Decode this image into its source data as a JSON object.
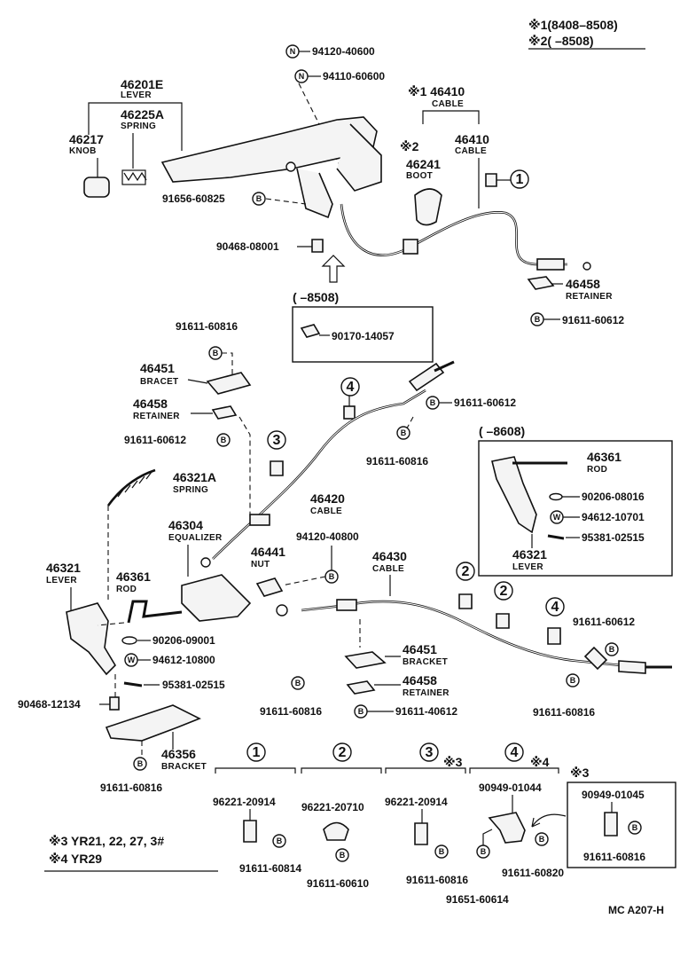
{
  "legend_top": {
    "line1": "※1(8408–8508)",
    "line2": "※2(      –8508)"
  },
  "legend_bottom": {
    "line1": "※3 YR21, 22, 27, 3#",
    "line2": "※4 YR29"
  },
  "footer": "MC  A207-H",
  "labels": {
    "p94120_40600": "94120-40600",
    "p94110_60600": "94110-60600",
    "p46201E": "46201E",
    "lever": "LEVER",
    "p46225A": "46225A",
    "spring": "SPRING",
    "p46217": "46217",
    "knob": "KNOB",
    "p91656_60825": "91656-60825",
    "p90468_08001": "90468-08001",
    "s1_46410": "※1 46410",
    "cable": "CABLE",
    "s2": "※2",
    "p46410b": "46410",
    "p46241": "46241",
    "boot": "BOOT",
    "p46458_top": "46458",
    "retainer": "RETAINER",
    "p91611_60612_top": "91611-60612",
    "box8508_title": "(      –8508)",
    "p90170_14057": "90170-14057",
    "p91611_60816_a": "91611-60816",
    "p46451": "46451",
    "bracet": "BRACET",
    "p46458_mid": "46458",
    "p91611_60612_mid": "91611-60612",
    "p91611_60612_b": "91611-60612",
    "p91611_60816_b": "91611-60816",
    "p46321A": "46321A",
    "p46420": "46420",
    "p46304": "46304",
    "equalizer": "EQUALIZER",
    "p94120_40800": "94120-40800",
    "p46441": "46441",
    "nut": "NUT",
    "p46430": "46430",
    "p46321": "46321",
    "p46361": "46361",
    "rod": "ROD",
    "p90206_09001": "90206-09001",
    "p94612_10800": "94612-10800",
    "p95381_02515": "95381-02515",
    "p90468_12134": "90468-12134",
    "p46356": "46356",
    "bracket": "BRACKET",
    "p91611_60816_c": "91611-60816",
    "p46451_low": "46451",
    "p46458_low": "46458",
    "p91611_60816_d": "91611-60816",
    "p91611_40612": "91611-40612",
    "p91611_60612_right": "91611-60612",
    "p91611_60816_e": "91611-60816",
    "box8608_title": "(      –8608)",
    "p46361_box": "46361",
    "p90206_08016": "90206-08016",
    "p94612_10701": "94612-10701",
    "p95381_02515_box": "95381-02515",
    "p46321_box": "46321",
    "p96221_20914_a": "96221-20914",
    "p91611_60814": "91611-60814",
    "p96221_20710": "96221-20710",
    "p91611_60610": "91611-60610",
    "p96221_20914_b": "96221-20914",
    "p91611_60816_f": "91611-60816",
    "p90949_01044": "90949-01044",
    "p91651_60614": "91651-60614",
    "p91611_60820": "91611-60820",
    "s3": "※3",
    "p90949_01045": "90949-01045",
    "p91611_60816_g": "91611-60816",
    "s3_head": "※3",
    "s4_head": "※4"
  },
  "symbols": {
    "n": "N",
    "b": "B",
    "w": "W",
    "c1": "1",
    "c2": "2",
    "c3": "3",
    "c4": "4"
  }
}
